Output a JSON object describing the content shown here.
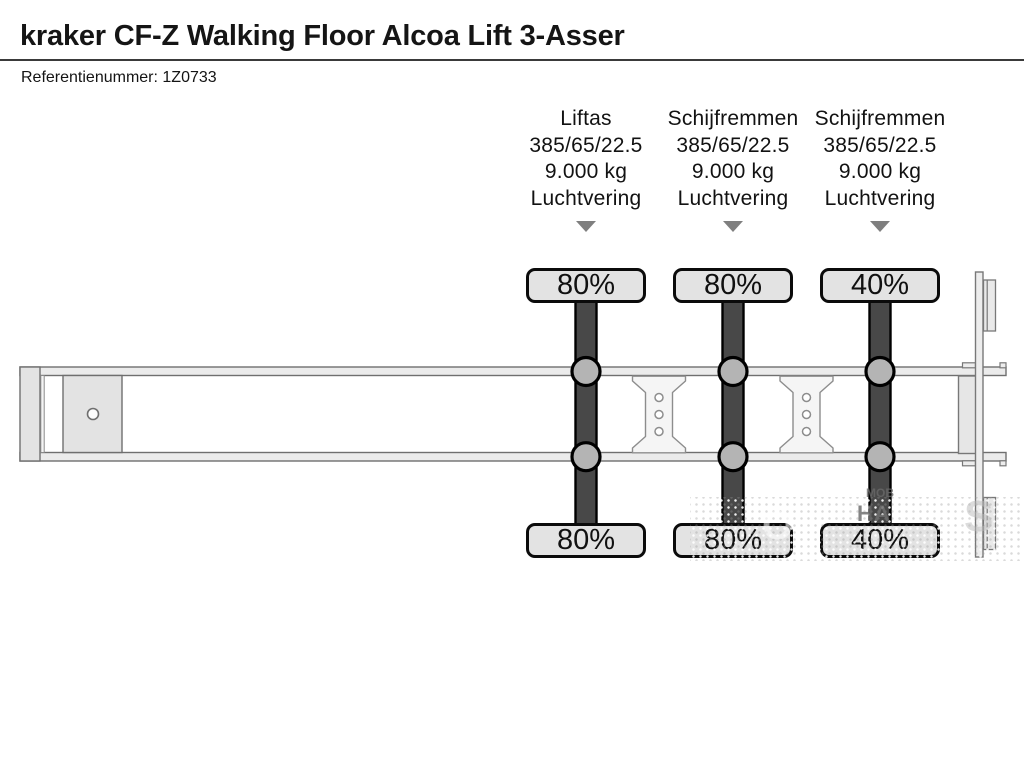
{
  "header": {
    "title": "kraker CF-Z Walking Floor Alcoa Lift 3-Asser",
    "reference": "Referentienummer: 1Z0733"
  },
  "axles": [
    {
      "type": "Liftas",
      "tyre_size": "385/65/22.5",
      "capacity": "9.000 kg",
      "suspension": "Luchtvering",
      "tread_top": "80%",
      "tread_bottom": "80%"
    },
    {
      "type": "Schijfremmen",
      "tyre_size": "385/65/22.5",
      "capacity": "9.000 kg",
      "suspension": "Luchtvering",
      "tread_top": "80%",
      "tread_bottom": "80%"
    },
    {
      "type": "Schijfremmen",
      "tyre_size": "385/65/22.5",
      "capacity": "9.000 kg",
      "suspension": "Luchtvering",
      "tread_top": "40%",
      "tread_bottom": "40%"
    }
  ],
  "watermark": {
    "fragment_small": "МОВ",
    "fragment_large": "НА",
    "fragment_right": "S",
    "fragment_ghost": "О"
  },
  "colors": {
    "tire_fill": "#e3e3e3",
    "tire_border": "#0b0b0b",
    "axle_bar": "#484848",
    "hub_fill": "#b4b4b4",
    "rail_fill": "#ebebeb",
    "rail_stroke": "#6f6f6f",
    "marker_gray": "#7f7f7f",
    "divider": "#3a3a3a"
  }
}
